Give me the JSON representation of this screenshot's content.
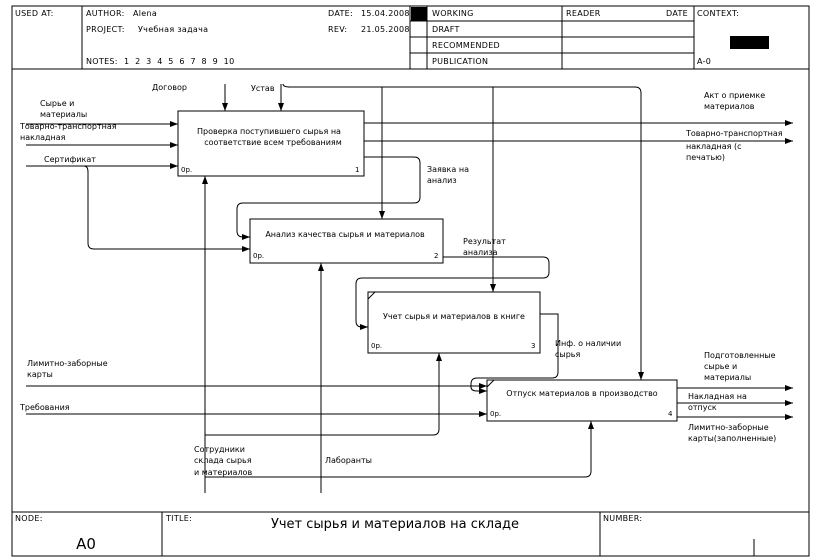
{
  "header": {
    "used_at": "USED AT:",
    "author_label": "AUTHOR:",
    "author": "Alena",
    "project_label": "PROJECT:",
    "project": "Учебная задача",
    "notes_label": "NOTES:",
    "notes_numbers": "1  2  3  4  5  6  7  8  9  10",
    "date_label": "DATE:",
    "date": "15.04.2008",
    "rev_label": "REV:",
    "rev": "21.05.2008",
    "status_working": "WORKING",
    "status_draft": "DRAFT",
    "status_recommended": "RECOMMENDED",
    "status_publication": "PUBLICATION",
    "reader": "READER",
    "reader_date": "DATE",
    "context": "CONTEXT:",
    "context_node": "A-0"
  },
  "boxes": {
    "b1": {
      "title_line1": "Проверка поступившего сырья на",
      "title_line2": "соответствие всем требованиям",
      "cost": "0р.",
      "number": "1"
    },
    "b2": {
      "title": "Анализ качества сырья и материалов",
      "cost": "0р.",
      "number": "2"
    },
    "b3": {
      "title": "Учет сырья и материалов в книге",
      "cost": "0р.",
      "number": "3"
    },
    "b4": {
      "title": "Отпуск материалов в производство",
      "cost": "0р.",
      "number": "4"
    }
  },
  "arrows": {
    "dogovor": "Договор",
    "ustav": "Устав",
    "syrie_1": "Сырье и",
    "syrie_2": "материалы",
    "ttn_in_1": "Товарно-транспортная",
    "ttn_in_2": "накладная",
    "sertifikat": "Сертификат",
    "akt_1": "Акт о приемке",
    "akt_2": "материалов",
    "ttn_out_1": "Товарно-транспортная",
    "ttn_out_2": "накладная (с",
    "ttn_out_3": "печатью)",
    "zayavka_1": "Заявка на",
    "zayavka_2": "анализ",
    "rezultat_1": "Результат",
    "rezultat_2": "анализа",
    "info_1": "Инф. о наличии",
    "info_2": "сырья",
    "limit_in_1": "Лимитно-заборные",
    "limit_in_2": "карты",
    "trebovaniya": "Требования",
    "podgot_1": "Подготовленные",
    "podgot_2": "сырье и",
    "podgot_3": "материалы",
    "nakl_1": "Накладная на",
    "nakl_2": "отпуск",
    "limit_out_1": "Лимитно-заборные",
    "limit_out_2": "карты(заполненные)",
    "sotr_1": "Сотрудники",
    "sotr_2": "склада сырья",
    "sotr_3": "и материалов",
    "laboranty": "Лаборанты"
  },
  "footer": {
    "node_label": "NODE:",
    "node": "A0",
    "title_label": "TITLE:",
    "title": "Учет сырья и материалов на складе",
    "number_label": "NUMBER:"
  }
}
